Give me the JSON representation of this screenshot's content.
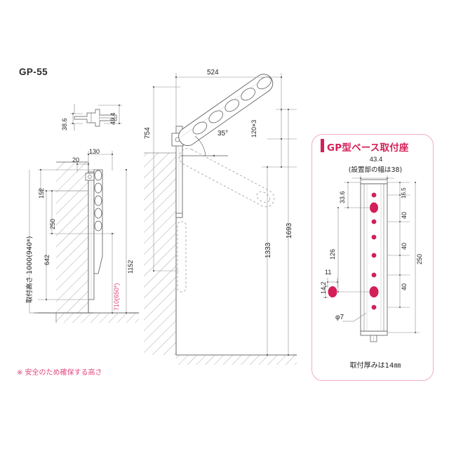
{
  "page": {
    "model_label": "GP-55",
    "background": "#ffffff",
    "line_color": "#555555",
    "accent_pink": "#e4447d",
    "accent_crimson": "#d41f58",
    "panel_border": "#f0aec4"
  },
  "detail_top": {
    "name": "bracket-end-detail",
    "dim_width": "38.6",
    "dim_height": "49.4"
  },
  "side_elevation": {
    "name": "side-elevation-view",
    "dims": {
      "d130": "130",
      "d20": "20",
      "d152": "152",
      "d250": "250",
      "d642": "642",
      "d1152": "1152",
      "d710": "710(650*)",
      "mount_height": "取付高さ 1000(940*)"
    },
    "footnote": "※ 安全のため確保する高さ"
  },
  "front_elevation": {
    "name": "front-elevation-view",
    "dims": {
      "d524": "524",
      "d754": "754",
      "d120x3": "120×3",
      "angle": "35°",
      "d1333": "1333",
      "d1693": "1693"
    }
  },
  "base_panel": {
    "name": "gp-base-mount-panel",
    "title": "GP型ベース取付座",
    "width_dim": "43.4",
    "width_note": "(設置部の幅は38)",
    "dims": {
      "d33_6": "33.6",
      "d16_5": "16.5",
      "d126": "126",
      "d250": "250",
      "d40_a": "40",
      "d40_b": "40",
      "d40_c": "40",
      "d11": "11",
      "d14_2": "14.2",
      "hole_dia": "φ7"
    },
    "footer": "取付厚みは14㎜"
  }
}
